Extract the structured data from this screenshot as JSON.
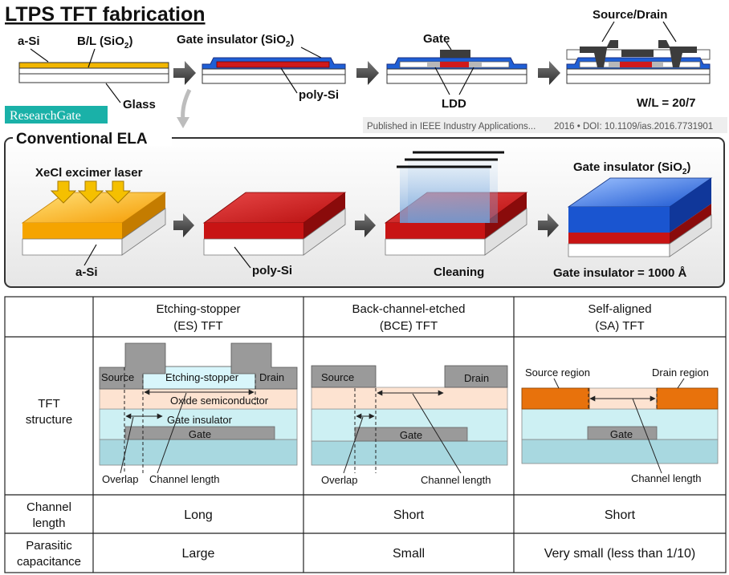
{
  "top": {
    "title": "LTPS TFT fabrication",
    "steps": {
      "s1": {
        "asi": "a-Si",
        "bl": "B/L (SiO",
        "bl_sub": "2",
        "bl_close": ")",
        "glass": "Glass"
      },
      "s2": {
        "gi": "Gate insulator (SiO",
        "gi_sub": "2",
        "gi_close": ")",
        "polysi": "poly-Si"
      },
      "s3": {
        "gate": "Gate",
        "ldd": "LDD"
      },
      "s4": {
        "sd": "Source/Drain",
        "wl": "W/L = 20/7"
      }
    },
    "watermark": "ResearchGate",
    "citation": {
      "published": "Published in IEEE Industry Applications...",
      "year_doi": "2016 • DOI: 10.1109/ias.2016.7731901"
    }
  },
  "ela": {
    "title": "Conventional ELA",
    "laser": "XeCl excimer laser",
    "asi": "a-Si",
    "polysi": "poly-Si",
    "cleaning": "Cleaning",
    "gi": "Gate insulator (SiO",
    "gi_sub": "2",
    "gi_close": ")",
    "gi_thickness": "Gate insulator = 1000 Å"
  },
  "table": {
    "headers": [
      {
        "line1": "Etching-stopper",
        "line2": "(ES) TFT"
      },
      {
        "line1": "Back-channel-etched",
        "line2": "(BCE) TFT"
      },
      {
        "line1": "Self-aligned",
        "line2": "(SA) TFT"
      }
    ],
    "row_labels": {
      "structure": {
        "line1": "TFT",
        "line2": "structure"
      },
      "channel": {
        "line1": "Channel",
        "line2": "length"
      },
      "parasitic": {
        "line1": "Parasitic",
        "line2": "capacitance"
      }
    },
    "es": {
      "source": "Source",
      "etch_stopper": "Etching-stopper",
      "drain": "Drain",
      "oxide": "Oxide semiconductor",
      "gi": "Gate insulator",
      "gate": "Gate",
      "overlap": "Overlap",
      "channel_length": "Channel length"
    },
    "bce": {
      "source": "Source",
      "drain": "Drain",
      "gate": "Gate",
      "overlap": "Overlap",
      "channel_length": "Channel length"
    },
    "sa": {
      "source_region": "Source region",
      "drain_region": "Drain region",
      "gate": "Gate",
      "channel_length": "Channel length"
    },
    "channel_length": [
      "Long",
      "Short",
      "Short"
    ],
    "parasitic_capacitance": [
      "Large",
      "Small",
      "Very small (less than 1/10)"
    ]
  },
  "colors": {
    "yellow": "#f2c200",
    "orange_grad": "#f7a800",
    "blue": "#1f5fd6",
    "red": "#d01a1a",
    "gray_gate": "#3c3c3c",
    "teal_watermark": "#1ab1a8",
    "oxide": "#fde3d1",
    "gi": "#cdf0f3",
    "substrate": "#a8d8e0",
    "metal": "#9a9a9a",
    "sa_orange": "#e8720c"
  }
}
